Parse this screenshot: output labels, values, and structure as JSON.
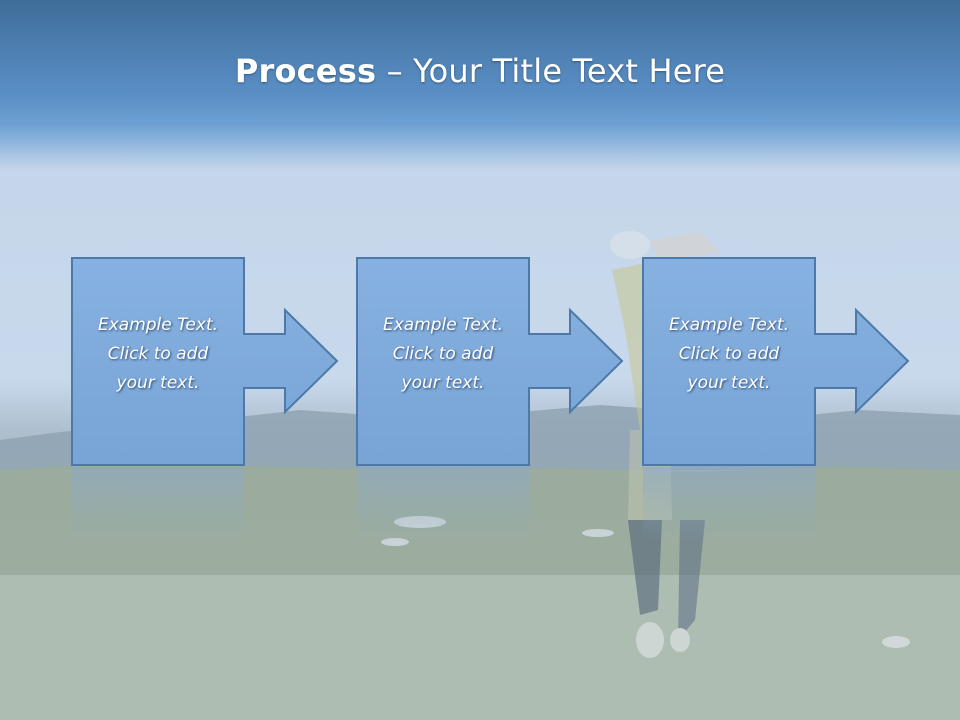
{
  "slide": {
    "title_bold": "Process",
    "title_rest": " – Your Title Text Here"
  },
  "steps": [
    {
      "line1": "Example Text.",
      "line2": "Click  to add",
      "line3": "your text."
    },
    {
      "line1": "Example Text.",
      "line2": "Click  to add",
      "line3": "your text."
    },
    {
      "line1": "Example Text.",
      "line2": "Click  to add",
      "line3": "your text."
    }
  ],
  "colors": {
    "header_top": "#3f6d99",
    "header_band": "#5a8fc6",
    "box_fill": "#7aa7d9",
    "box_stroke": "#4d79a8",
    "text": "#ffffff"
  }
}
